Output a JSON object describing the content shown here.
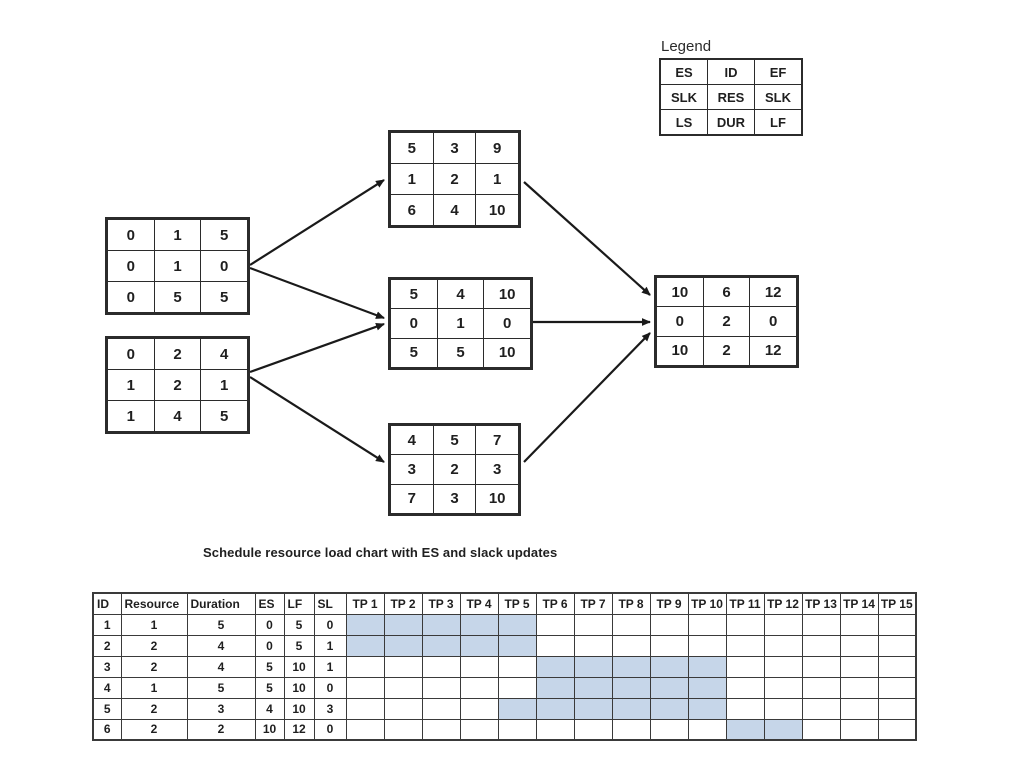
{
  "legend": {
    "title": "Legend",
    "rows": [
      [
        "ES",
        "ID",
        "EF"
      ],
      [
        "SLK",
        "RES",
        "SLK"
      ],
      [
        "LS",
        "DUR",
        "LF"
      ]
    ]
  },
  "caption": "Schedule resource load chart with ES and slack updates",
  "network": {
    "nodes": [
      {
        "key": "n1",
        "rows": [
          [
            "0",
            "1",
            "5"
          ],
          [
            "0",
            "1",
            "0"
          ],
          [
            "0",
            "5",
            "5"
          ]
        ]
      },
      {
        "key": "n2",
        "rows": [
          [
            "0",
            "2",
            "4"
          ],
          [
            "1",
            "2",
            "1"
          ],
          [
            "1",
            "4",
            "5"
          ]
        ]
      },
      {
        "key": "n3",
        "rows": [
          [
            "5",
            "3",
            "9"
          ],
          [
            "1",
            "2",
            "1"
          ],
          [
            "6",
            "4",
            "10"
          ]
        ]
      },
      {
        "key": "n4",
        "rows": [
          [
            "5",
            "4",
            "10"
          ],
          [
            "0",
            "1",
            "0"
          ],
          [
            "5",
            "5",
            "10"
          ]
        ]
      },
      {
        "key": "n5",
        "rows": [
          [
            "4",
            "5",
            "7"
          ],
          [
            "3",
            "2",
            "3"
          ],
          [
            "7",
            "3",
            "10"
          ]
        ]
      },
      {
        "key": "n6",
        "rows": [
          [
            "10",
            "6",
            "12"
          ],
          [
            "0",
            "2",
            "0"
          ],
          [
            "10",
            "2",
            "12"
          ]
        ]
      }
    ],
    "edges": [
      {
        "from": "n1",
        "to": "n3"
      },
      {
        "from": "n1",
        "to": "n4"
      },
      {
        "from": "n2",
        "to": "n4"
      },
      {
        "from": "n2",
        "to": "n5"
      },
      {
        "from": "n3",
        "to": "n6"
      },
      {
        "from": "n4",
        "to": "n6"
      },
      {
        "from": "n5",
        "to": "n6"
      }
    ]
  },
  "schedule": {
    "lead_headers": [
      "ID",
      "Resource",
      "Duration",
      "ES",
      "LF",
      "SL"
    ],
    "tp_headers": [
      "TP 1",
      "TP 2",
      "TP 3",
      "TP 4",
      "TP 5",
      "TP 6",
      "TP 7",
      "TP 8",
      "TP 9",
      "TP 10",
      "TP 11",
      "TP 12",
      "TP 13",
      "TP 14",
      "TP 15"
    ],
    "rows": [
      {
        "id": "1",
        "resource": "1",
        "duration": "5",
        "es": "0",
        "lf": "5",
        "sl": "0",
        "shaded": [
          1,
          2,
          3,
          4,
          5
        ]
      },
      {
        "id": "2",
        "resource": "2",
        "duration": "4",
        "es": "0",
        "lf": "5",
        "sl": "1",
        "shaded": [
          1,
          2,
          3,
          4,
          5
        ]
      },
      {
        "id": "3",
        "resource": "2",
        "duration": "4",
        "es": "5",
        "lf": "10",
        "sl": "1",
        "shaded": [
          6,
          7,
          8,
          9,
          10
        ]
      },
      {
        "id": "4",
        "resource": "1",
        "duration": "5",
        "es": "5",
        "lf": "10",
        "sl": "0",
        "shaded": [
          6,
          7,
          8,
          9,
          10
        ]
      },
      {
        "id": "5",
        "resource": "2",
        "duration": "3",
        "es": "4",
        "lf": "10",
        "sl": "3",
        "shaded": [
          5,
          6,
          7,
          8,
          9,
          10
        ]
      },
      {
        "id": "6",
        "resource": "2",
        "duration": "2",
        "es": "10",
        "lf": "12",
        "sl": "0",
        "shaded": [
          11,
          12
        ]
      }
    ]
  },
  "colors": {
    "shade": "#c6d6e9",
    "border": "#2b2b2b",
    "text": "#1f1f1f"
  }
}
